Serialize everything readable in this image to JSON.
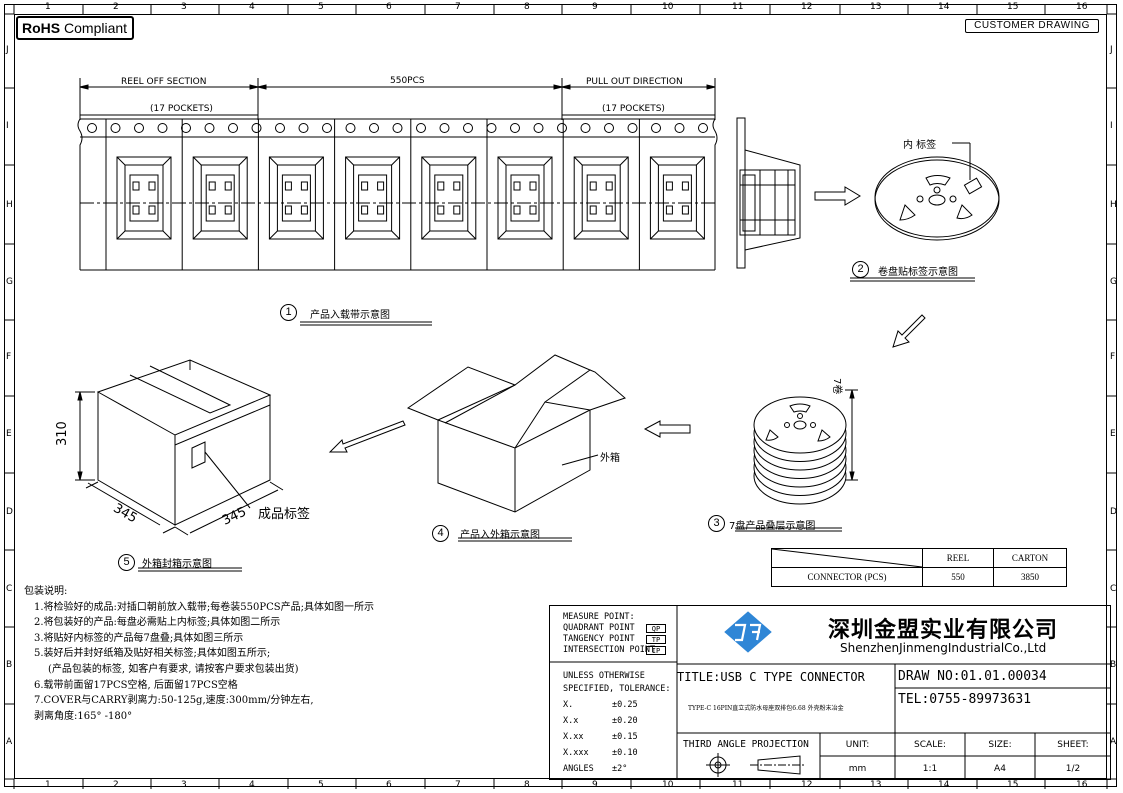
{
  "header": {
    "rohs_bold": "RoHS",
    "rohs_rest": "Compliant",
    "customer_drawing": "CUSTOMER DRAWING"
  },
  "zones": {
    "columns": [
      "1",
      "2",
      "3",
      "4",
      "5",
      "6",
      "7",
      "8",
      "9",
      "10",
      "11",
      "12",
      "13",
      "14",
      "15",
      "16"
    ],
    "rows": [
      "J",
      "I",
      "H",
      "G",
      "F",
      "E",
      "D",
      "C",
      "B",
      "A"
    ]
  },
  "reel_tape": {
    "reel_off_section": "REEL OFF SECTION",
    "pcs_count": "550PCS",
    "pull_out_direction": "PULL OUT DIRECTION",
    "pockets_left": "(17 POCKETS)",
    "pockets_right": "(17 POCKETS)"
  },
  "steps": [
    {
      "num": "1",
      "caption": "产品入载带示意图"
    },
    {
      "num": "2",
      "caption": "卷盘贴标签示意图"
    },
    {
      "num": "3",
      "caption": "7盘产品叠层示意图"
    },
    {
      "num": "4",
      "caption": "产品入外箱示意图"
    },
    {
      "num": "5",
      "caption": "外箱封箱示意图"
    }
  ],
  "labels": {
    "inner_label": "内 标签",
    "seven_reels": "7卷",
    "outer_box": "外箱",
    "product_label": "成品标签",
    "dim_height": "310",
    "dim_length": "345",
    "dim_width": "345"
  },
  "summary_table": {
    "headers": [
      "",
      "REEL",
      "CARTON"
    ],
    "row": [
      "CONNECTOR (PCS)",
      "550",
      "3850"
    ]
  },
  "notes": {
    "heading": "包装说明:",
    "lines": [
      "1.将检验好的成品:对插口朝前放入载带;每卷装550PCS产品;具体如图一所示",
      "2.将包装好的产品:每盘必需贴上内标签;具体如图二所示",
      "3.将贴好内标签的产品每7盘叠;具体如图三所示",
      "5.装好后并封好纸箱及贴好相关标签;具体如图五所示;",
      "(产品包装的标签, 如客户有要求, 请按客户要求包装出货)",
      "6.载带前面留17PCS空格, 后面留17PCS空格",
      "7.COVER与CARRY剥离力:50-125g,速度:300mm/分钟左右,",
      "剥离角度:165° -180°"
    ]
  },
  "title_block": {
    "measure_point": "MEASURE POINT:",
    "quadrant_point": "QUADRANT POINT",
    "tangency_point": "TANGENCY POINT",
    "intersection_point": "INTERSECTION POINT",
    "qp": "QP",
    "tp": "TP",
    "ip": "IP",
    "unless_otherwise": "UNLESS OTHERWISE",
    "specified_tolerance": "SPECIFIED, TOLERANCE:",
    "tolerances": [
      {
        "label": "X.",
        "value": "±0.25"
      },
      {
        "label": "X.x",
        "value": "±0.20"
      },
      {
        "label": "X.xx",
        "value": "±0.15"
      },
      {
        "label": "X.xxx",
        "value": "±0.10"
      },
      {
        "label": "ANGLES",
        "value": "±2°"
      }
    ],
    "company_cn": "深圳金盟实业有限公司",
    "company_en": "ShenzhenJinmengIndustrialCo.,Ltd",
    "title": "TITLE:USB C TYPE CONNECTOR",
    "subtitle": "TYPE-C 16PIN直立式防水母座双排包6.68 外壳粉末冶金",
    "draw_no": "DRAW NO:01.01.00034",
    "tel": "TEL:0755-89973631",
    "third_angle": "THIRD ANGLE PROJECTION",
    "unit_label": "UNIT:",
    "unit_value": "mm",
    "scale_label": "SCALE:",
    "scale_value": "1:1",
    "size_label": "SIZE:",
    "size_value": "A4",
    "sheet_label": "SHEET:",
    "sheet_value": "1/2"
  },
  "colors": {
    "logo_blue": "#2f86d6",
    "line": "#000000"
  }
}
